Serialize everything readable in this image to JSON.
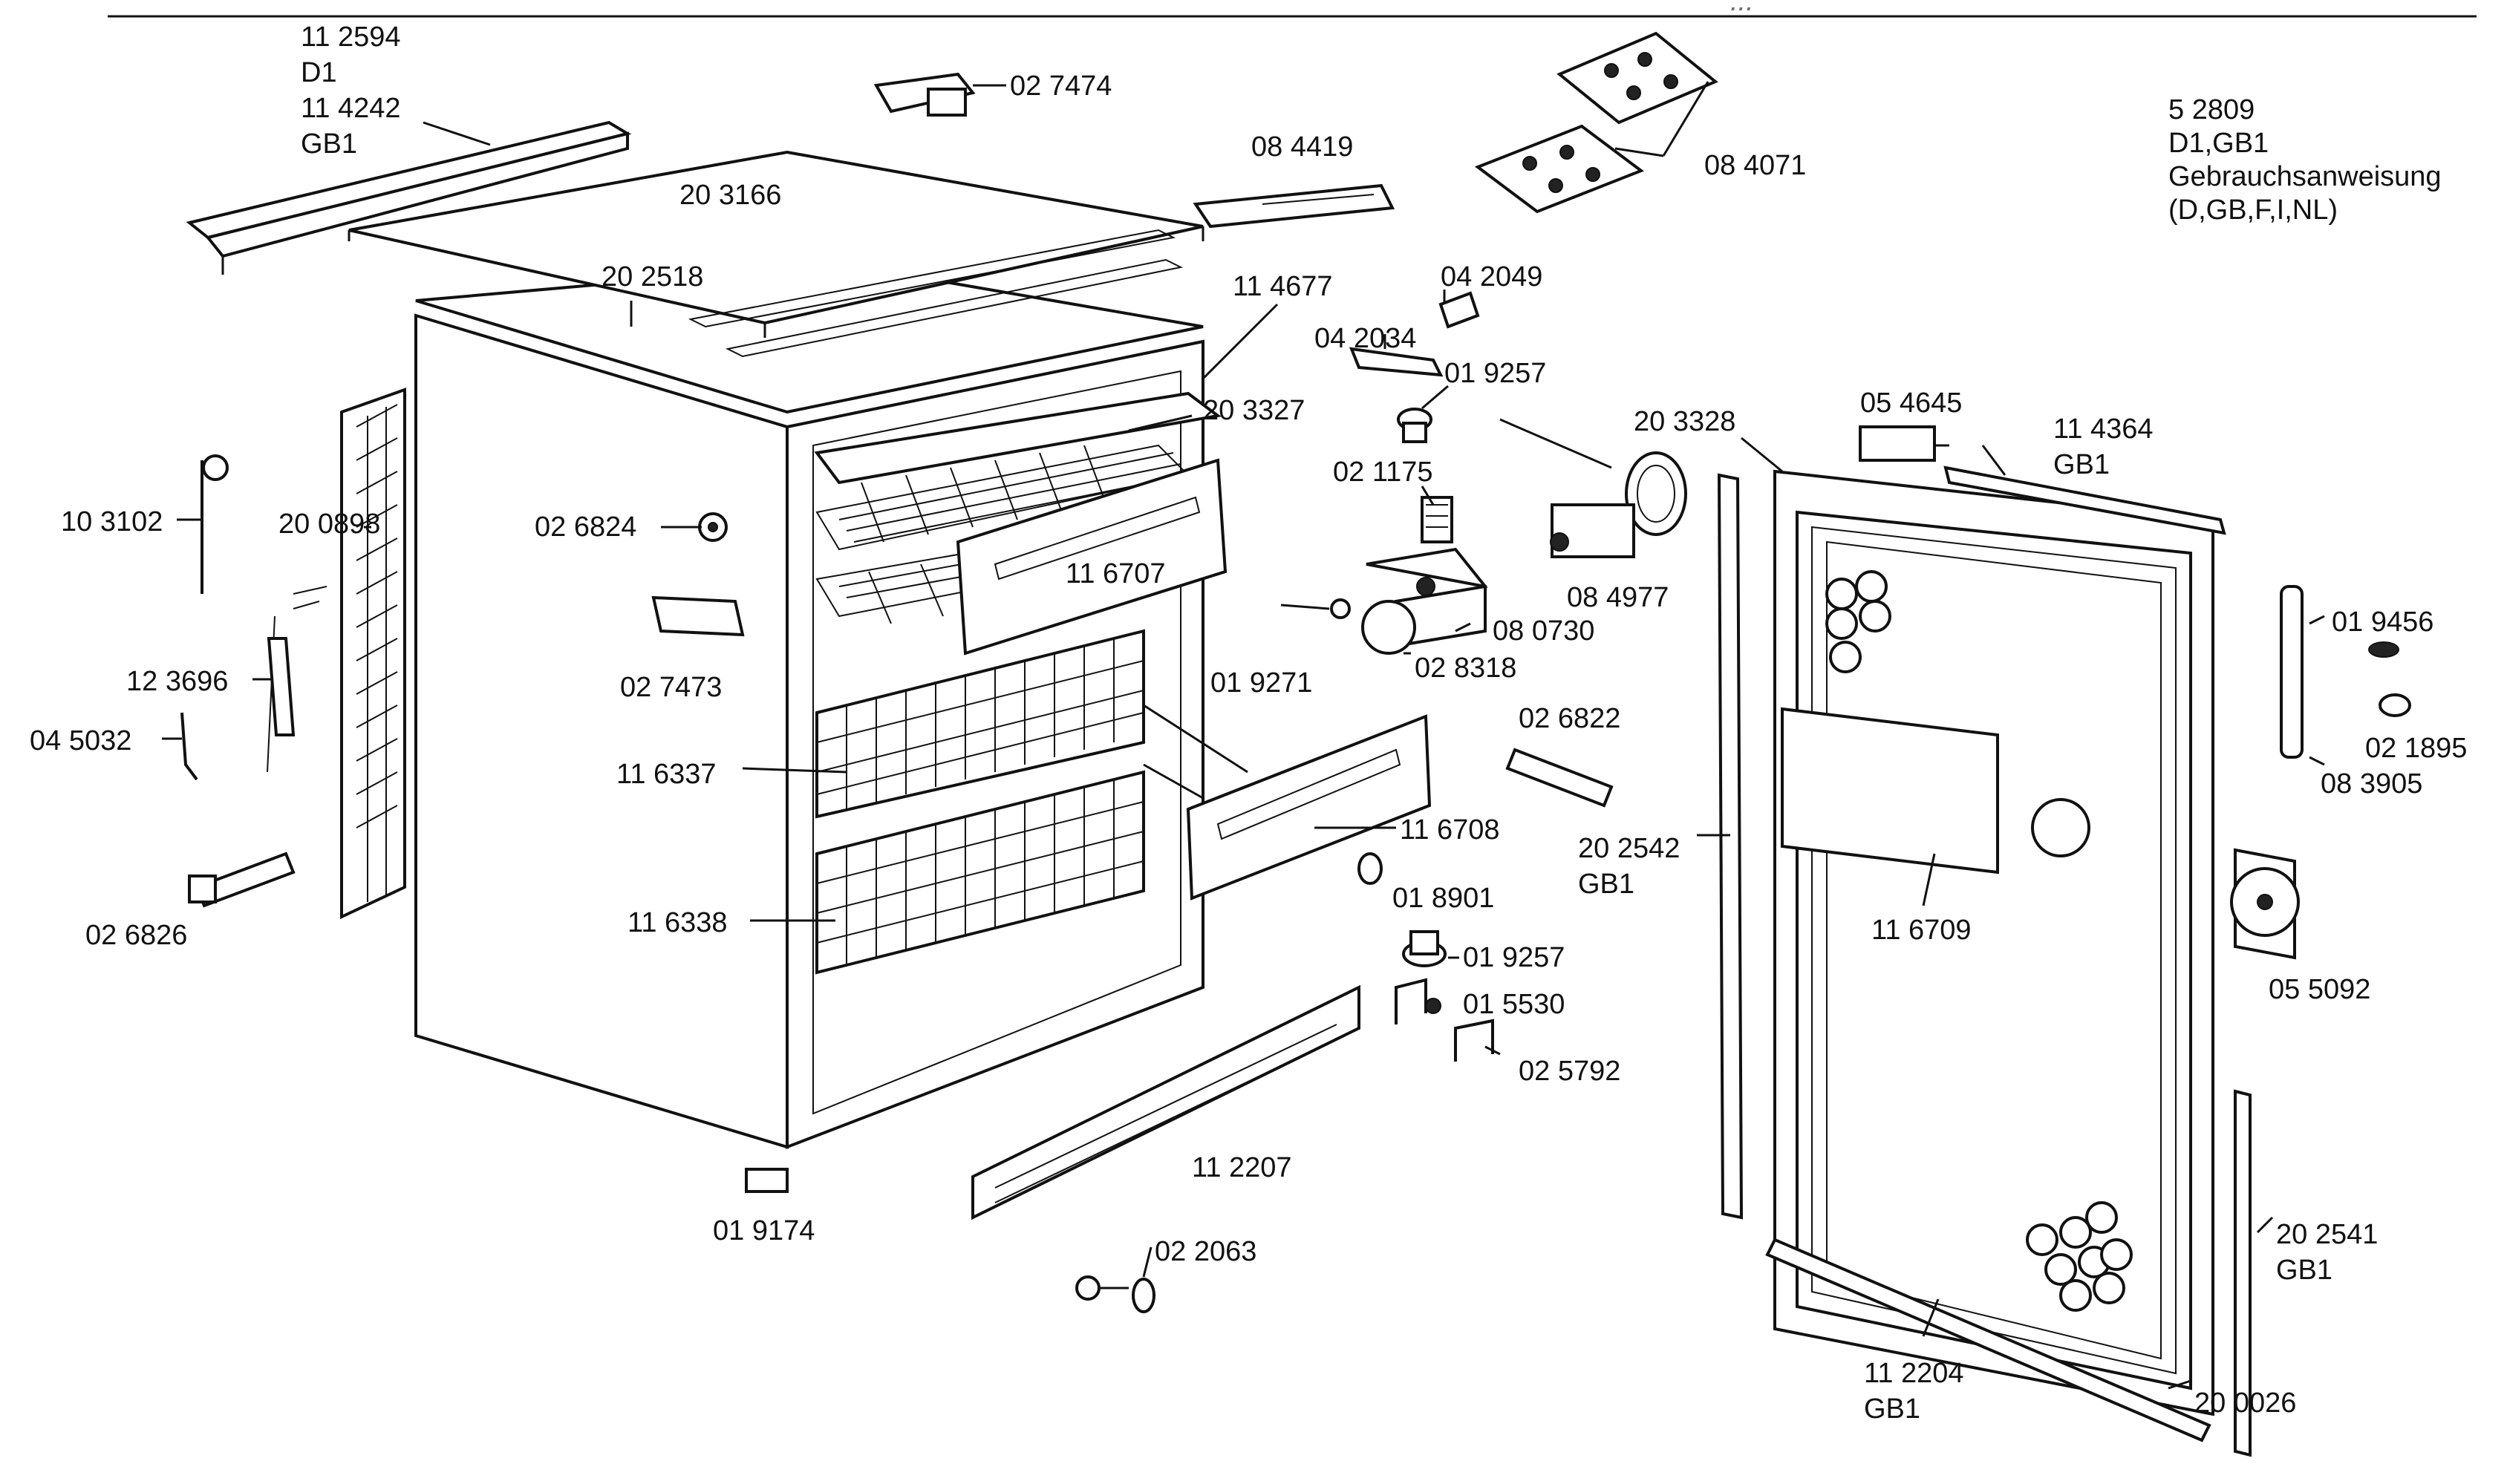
{
  "header": {
    "scribble": "...",
    "doc_number": "5 2809",
    "variants": "D1,GB1",
    "manual_title": "Gebrauchsanweisung",
    "manual_languages": "(D,GB,F,I,NL)"
  },
  "callouts": {
    "c112594": "11 2594",
    "c_d1": "D1",
    "c114242": "11 4242",
    "c_gb1_a": "GB1",
    "c027474": "02 7474",
    "c084419": "08 4419",
    "c084071": "08 4071",
    "c203166": "20 3166",
    "c202518": "20 2518",
    "c114677": "11 4677",
    "c042049": "04 2049",
    "c042034": "04 2034",
    "c019257a": "01 9257",
    "c203327": "20 3327",
    "c203328": "20 3328",
    "c054645": "05 4645",
    "c114364": "11 4364",
    "c_gb1_b": "GB1",
    "c103102": "10 3102",
    "c200898": "20 0898",
    "c026824": "02 6824",
    "c021175": "02 1175",
    "c116707": "11 6707",
    "c084977": "08 4977",
    "c019456": "01 9456",
    "c027473": "02 7473",
    "c080730": "08 0730",
    "c028318": "02 8318",
    "c123696": "12 3696",
    "c019271": "01 9271",
    "c021895": "02 1895",
    "c083905": "08 3905",
    "c045032": "04 5032",
    "c026822": "02 6822",
    "c116337": "11 6337",
    "c116708": "11 6708",
    "c202542": "20 2542",
    "c_gb1_c": "GB1",
    "c116709": "11 6709",
    "c018901": "01 8901",
    "c026826": "02 6826",
    "c116338": "11 6338",
    "c019257b": "01 9257",
    "c055092": "05 5092",
    "c015530": "01 5530",
    "c025792": "02 5792",
    "c112207": "11 2207",
    "c019174": "01 9174",
    "c202541": "20 2541",
    "c_gb1_d": "GB1",
    "c022063": "02 2063",
    "c112204": "11 2204",
    "c_gb1_e": "GB1",
    "c200026": "20 0026"
  }
}
